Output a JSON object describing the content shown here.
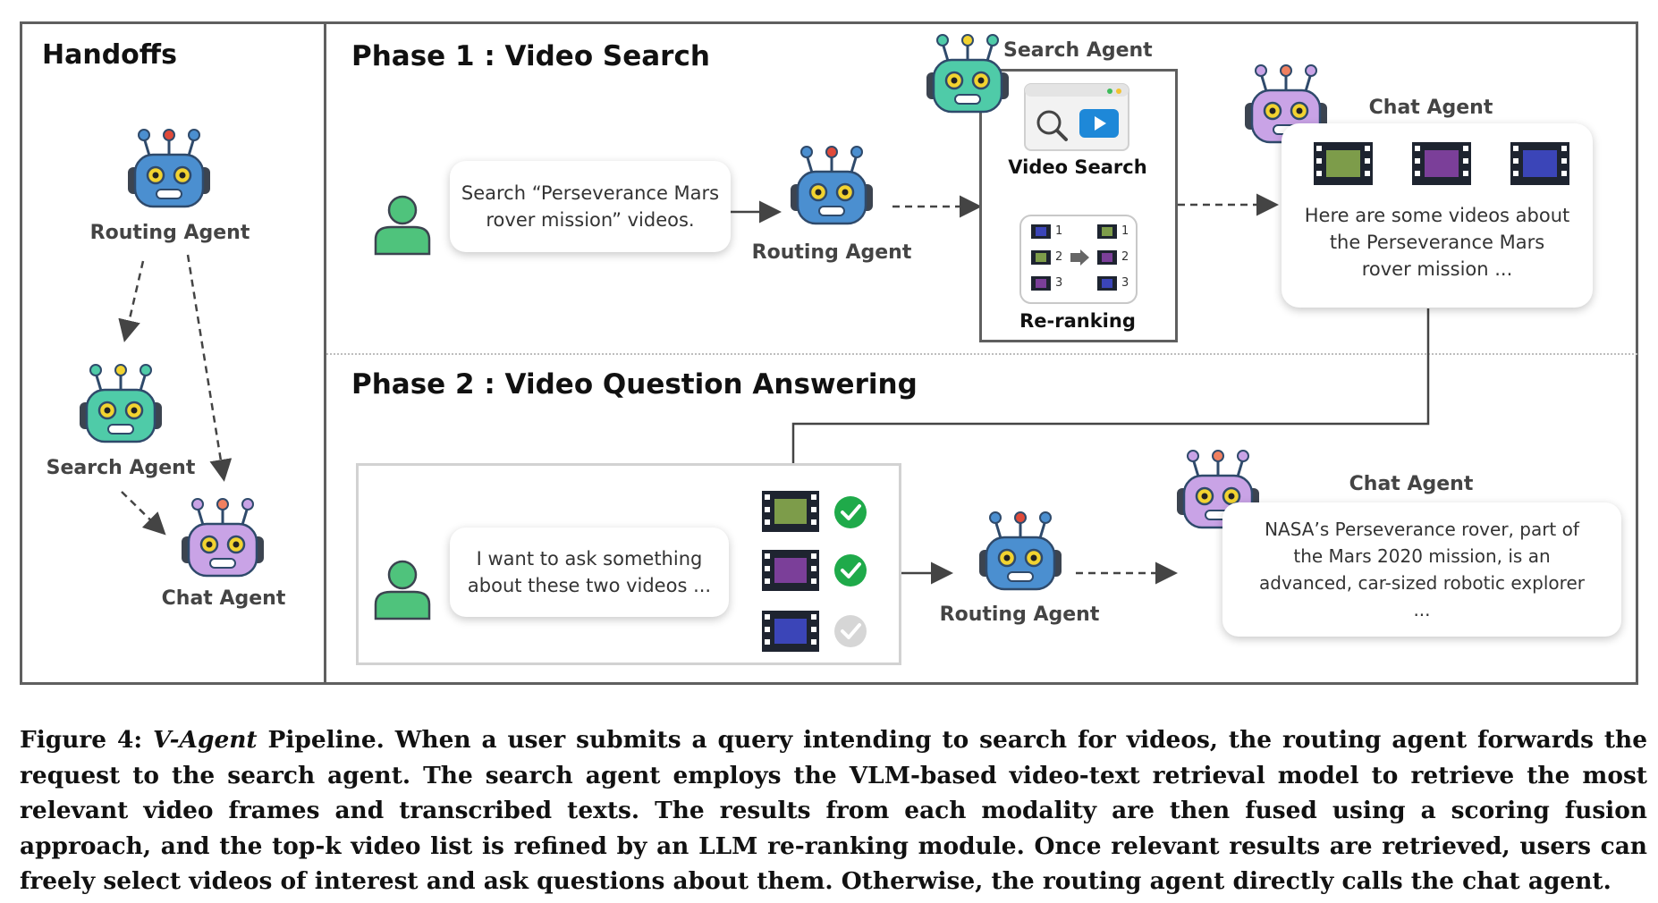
{
  "handoffs": {
    "title": "Handoffs",
    "routing_label": "Routing Agent",
    "search_label": "Search Agent",
    "chat_label": "Chat Agent"
  },
  "phase1": {
    "title": "Phase 1 : Video Search",
    "user_query": "Search “Perseverance Mars\nrover mission” videos.",
    "routing_label": "Routing Agent",
    "search_agent_label": "Search Agent",
    "video_search_label": "Video Search",
    "reranking_label": "Re-ranking",
    "rank_numbers": [
      "1",
      "2",
      "3"
    ],
    "chat_agent_label": "Chat Agent",
    "chat_reply": "Here are some videos about\nthe Perseverance Mars\nrover mission ..."
  },
  "phase2": {
    "title": "Phase 2 : Video Question Answering",
    "user_query": "I want to ask something\nabout these two videos ...",
    "routing_label": "Routing Agent",
    "chat_agent_label": "Chat Agent",
    "chat_reply": "NASA’s Perseverance rover, part of\nthe Mars 2020 mission, is an\nadvanced, car-sized robotic explorer\n..."
  },
  "colors": {
    "routing_robot": "#4b8fd0",
    "search_robot": "#4fcba8",
    "chat_robot": "#c9a3e6",
    "user": "#4fc37c",
    "check_green": "#1faa4a",
    "check_grey": "#d6d6d6",
    "film_green": "#7d9c4a",
    "film_purple": "#7b3f99",
    "film_blue": "#3b45b8"
  },
  "caption": {
    "prefix": "Figure 4: ",
    "emphasis": "V-Agent",
    "text": " Pipeline. When a user submits a query intending to search for videos, the routing agent forwards the request to the search agent. The search agent employs the VLM-based video-text retrieval model to retrieve the most relevant video frames and transcribed texts. The results from each modality are then fused using a scoring fusion approach, and the top-k video list is refined by an LLM re-ranking module. Once relevant results are retrieved, users can freely select videos of interest and ask questions about them. Otherwise, the routing agent directly calls the chat agent."
  }
}
